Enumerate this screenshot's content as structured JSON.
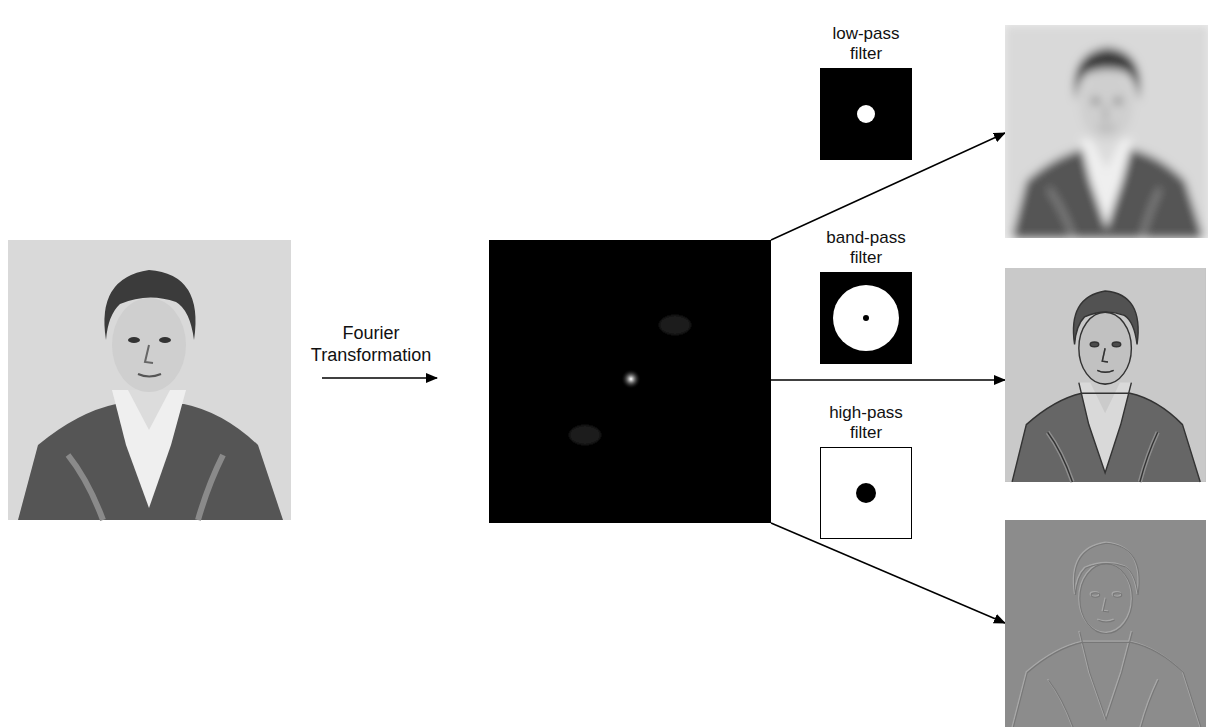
{
  "diagram": {
    "nodes": [
      {
        "text": [
          "low-pass filter"
        ]
      },
      {
        "text": [
          "band-pass filter"
        ]
      },
      {
        "text": [
          "high-pass filter"
        ]
      }
    ],
    "labels": [
      "Fourier Transformation"
    ]
  }
}
